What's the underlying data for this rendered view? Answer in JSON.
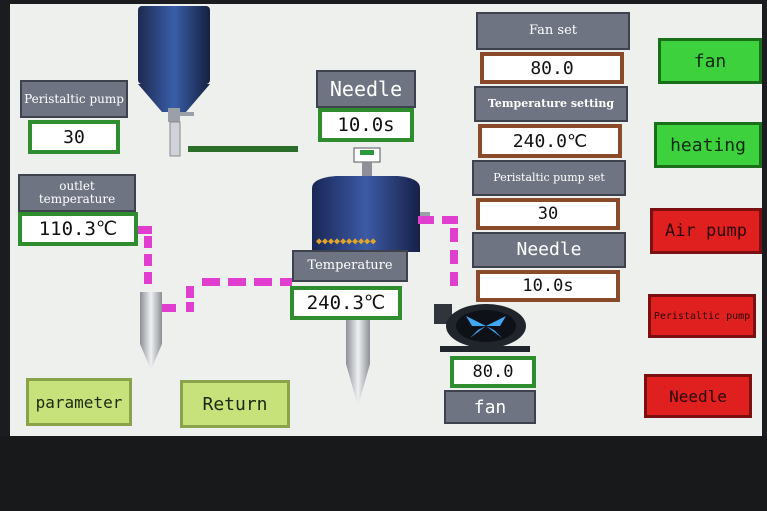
{
  "left": {
    "peristaltic_pump_label": "Peristaltic pump",
    "peristaltic_pump_value": "30",
    "outlet_temperature_label": "outlet temperature",
    "outlet_temperature_value": "110.3℃"
  },
  "center": {
    "needle_label": "Needle",
    "needle_value": "10.0s",
    "temperature_label": "Temperature",
    "temperature_value": "240.3℃"
  },
  "fan_display": {
    "value": "80.0",
    "label": "fan"
  },
  "settings": {
    "fan_set_label": "Fan set",
    "fan_set_value": "80.0",
    "temperature_setting_label": "Temperature setting",
    "temperature_setting_value": "240.0℃",
    "peristaltic_pump_set_label": "Peristaltic pump set",
    "peristaltic_pump_set_value": "30",
    "needle_label": "Needle",
    "needle_value": "10.0s"
  },
  "buttons": {
    "fan": "fan",
    "heating": "heating",
    "air_pump": "Air pump",
    "peristaltic_pump": "Peristaltic pump",
    "needle": "Needle",
    "parameter": "parameter",
    "return": "Return"
  },
  "colors": {
    "on": "#3ed13e",
    "off": "#e01f1f",
    "pipe": "#e03ecf",
    "label_bg": "#6e7482"
  }
}
